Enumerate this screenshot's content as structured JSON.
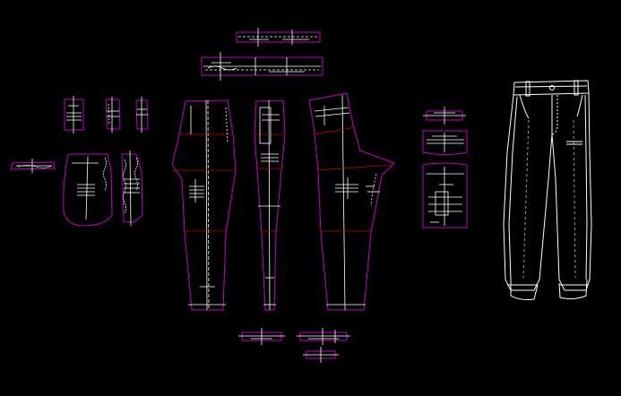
{
  "view": {
    "background": "#000000",
    "colors": {
      "outline": "#c000c0",
      "construction": "#ffffff",
      "reference": "#c00000",
      "sketch": "#ffffff"
    }
  },
  "pattern_pieces": [
    {
      "id": "waistband-small",
      "kind": "strip"
    },
    {
      "id": "waistband-long",
      "kind": "strip"
    },
    {
      "id": "belt-loop-1",
      "kind": "small-tab"
    },
    {
      "id": "belt-loop-2",
      "kind": "small-tab"
    },
    {
      "id": "belt-loop-3",
      "kind": "small-tab"
    },
    {
      "id": "fly-strip",
      "kind": "strip"
    },
    {
      "id": "pocket-bag",
      "kind": "pocket"
    },
    {
      "id": "fly-facing",
      "kind": "facing"
    },
    {
      "id": "front-panel",
      "kind": "trouser-panel"
    },
    {
      "id": "side-panel",
      "kind": "trouser-panel"
    },
    {
      "id": "back-panel",
      "kind": "trouser-panel"
    },
    {
      "id": "back-pocket-flap",
      "kind": "flap"
    },
    {
      "id": "yoke",
      "kind": "yoke"
    },
    {
      "id": "back-pocket",
      "kind": "pocket"
    },
    {
      "id": "hem-cuff-1",
      "kind": "strip"
    },
    {
      "id": "hem-cuff-2",
      "kind": "strip"
    },
    {
      "id": "hem-cuff-3",
      "kind": "strip"
    }
  ],
  "garment_sketch": {
    "type": "trousers",
    "view": "front"
  }
}
